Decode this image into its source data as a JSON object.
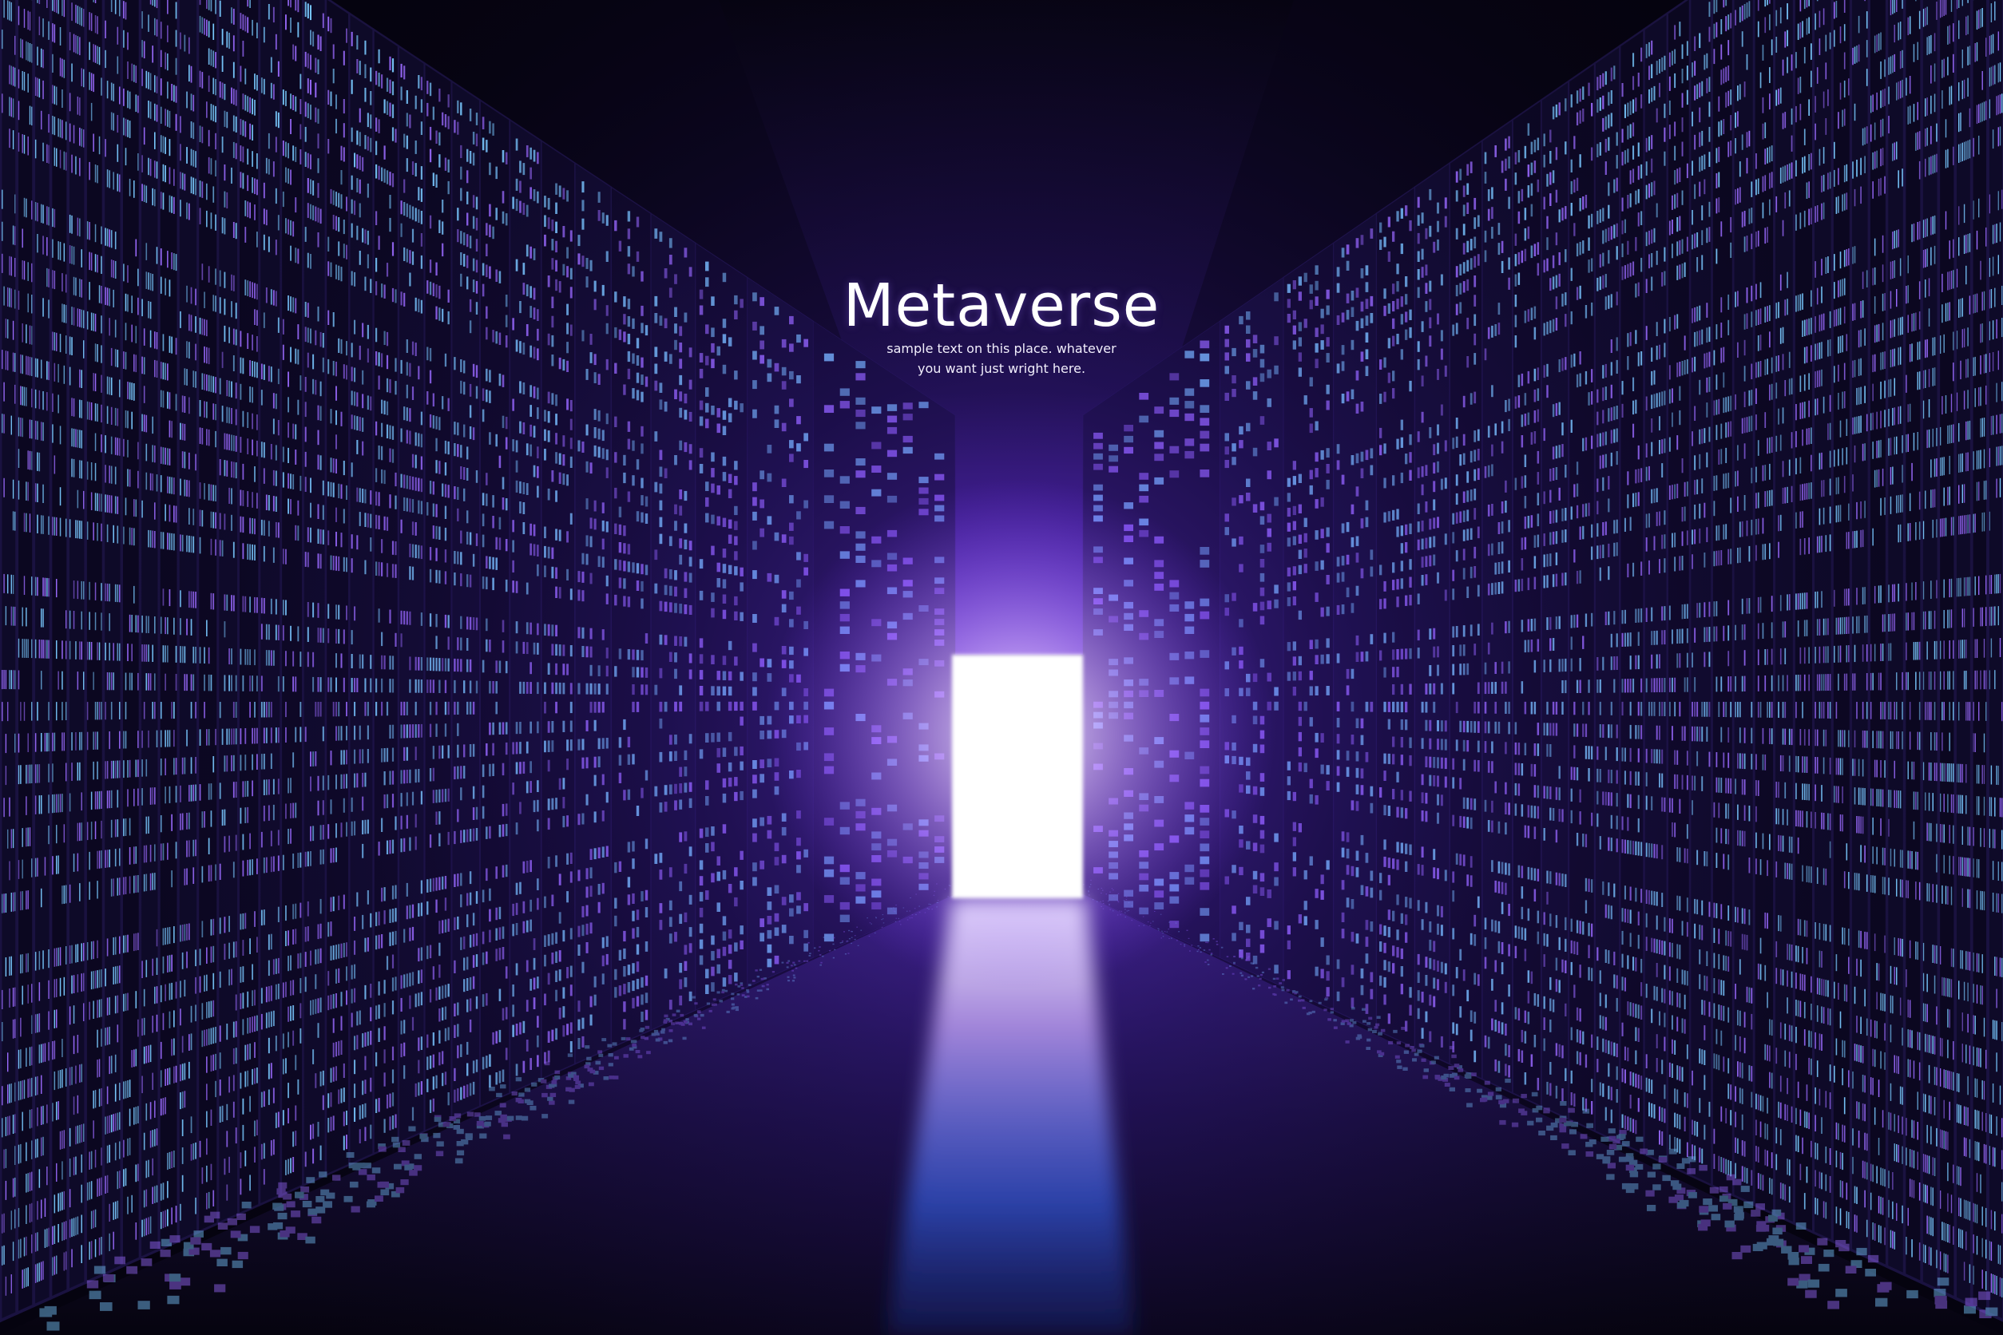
{
  "headline": {
    "title": "Metaverse",
    "subtitle_line1": "sample text on this place. whatever",
    "subtitle_line2": "you want just wright here."
  },
  "colors": {
    "background": "#05030f",
    "led_blue": "#79c9ff",
    "led_violet": "#9b6bff",
    "glow": "#ffffff",
    "haze": "#8a3cff"
  }
}
